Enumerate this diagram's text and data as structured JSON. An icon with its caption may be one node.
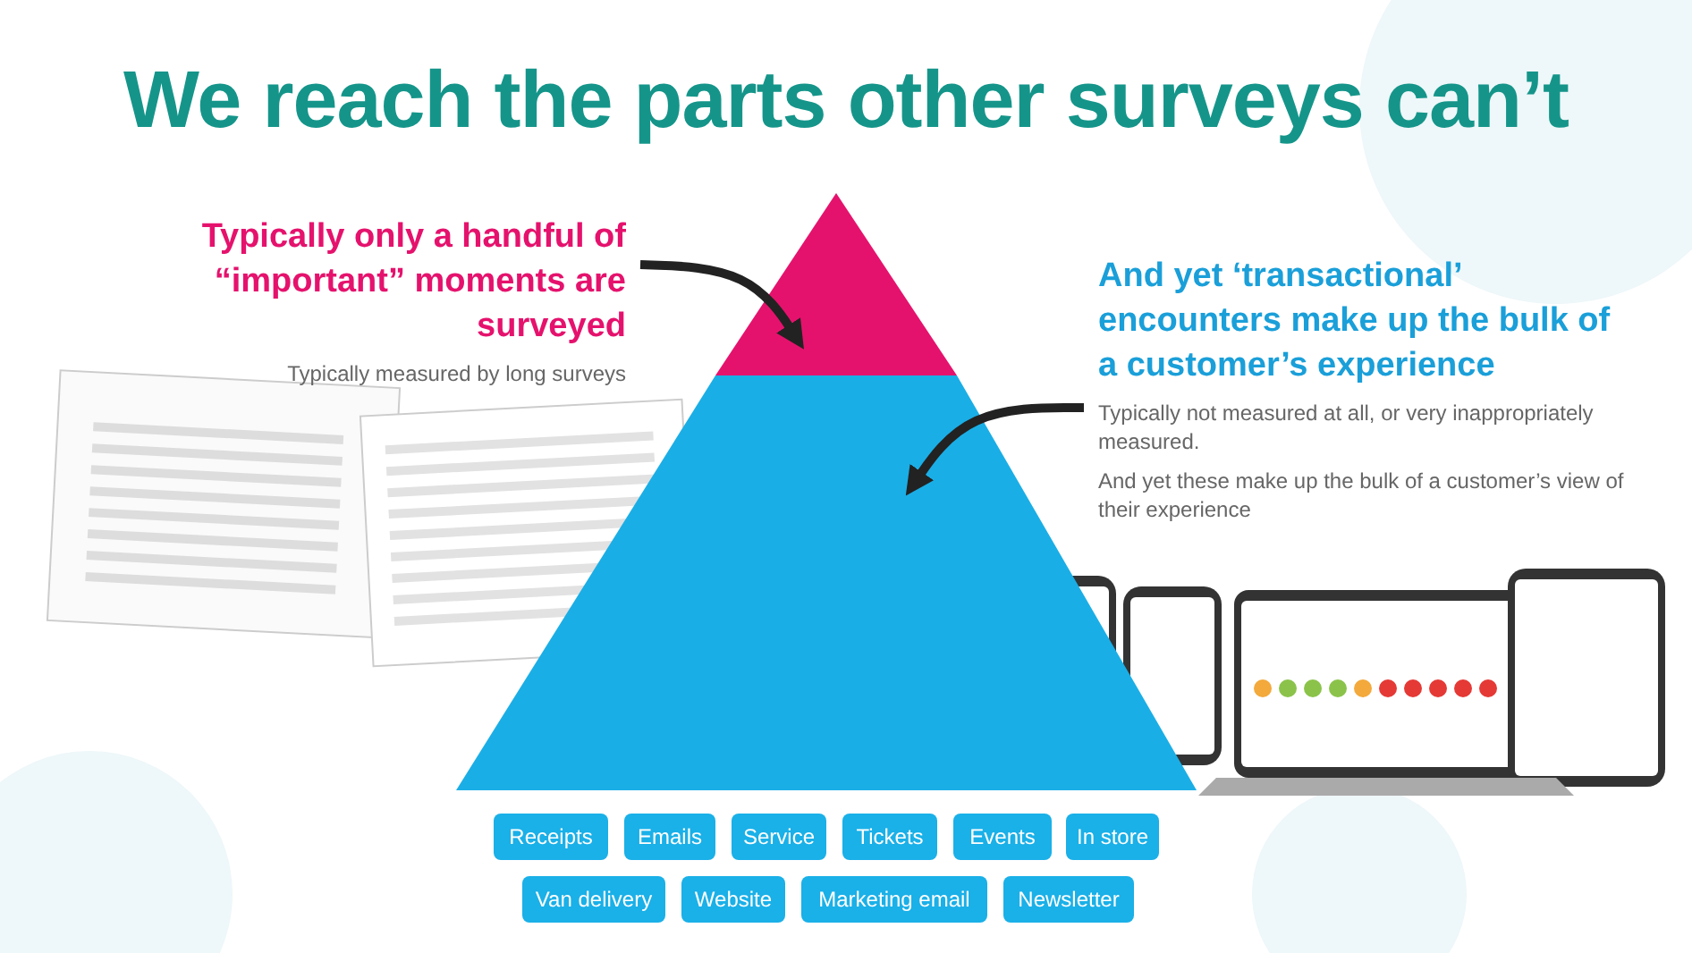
{
  "diagram": {
    "title": "We reach the parts other surveys can’t",
    "nodes": [
      {
        "text": [
          "Typically only a handful of “important” moments are surveyed",
          "Typically measured by long surveys"
        ]
      },
      {
        "text": [],
        "shape": "triangle"
      },
      {
        "text": [
          "And yet ‘transactional’ encounters make up the bulk of a customer’s experience",
          "Typically not measured at all, or very inappropriately measured.",
          "And yet these make up the bulk of a customer’s view of their experience"
        ]
      },
      {
        "text": [],
        "shape": "trapezoid"
      }
    ],
    "edges": [
      {
        "from": 0,
        "to": 1,
        "arrow": "to"
      },
      {
        "from": 2,
        "to": 3,
        "arrow": "to"
      }
    ],
    "labels": [
      "Receipts",
      "Emails",
      "Service",
      "Tickets",
      "Events",
      "In store",
      "Van delivery",
      "Website",
      "Marketing email",
      "Newsletter"
    ]
  }
}
